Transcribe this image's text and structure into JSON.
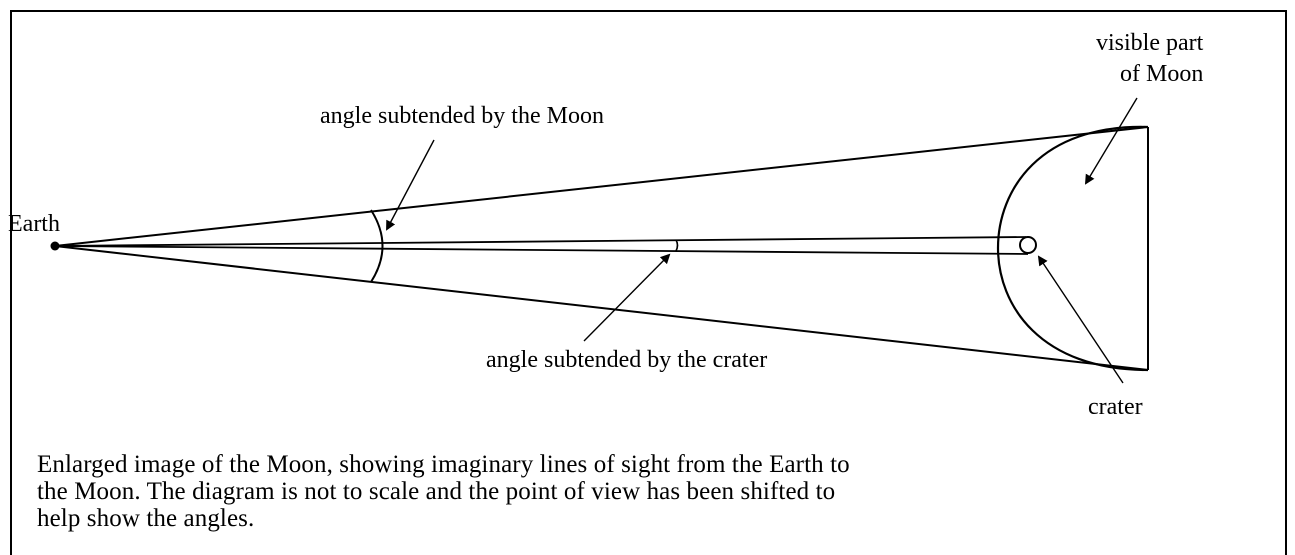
{
  "labels": {
    "earth": "Earth",
    "moon_angle": "angle subtended by the Moon",
    "crater_angle": "angle subtended by the crater",
    "visible_part_line1": "visible part",
    "visible_part_line2": "of Moon",
    "crater": "crater"
  },
  "caption": {
    "line1": "Enlarged image of the Moon, showing imaginary lines of sight from the Earth to",
    "line2": "the Moon. The diagram is not to scale and the point of view has been shifted to",
    "line3": "help show the angles."
  }
}
